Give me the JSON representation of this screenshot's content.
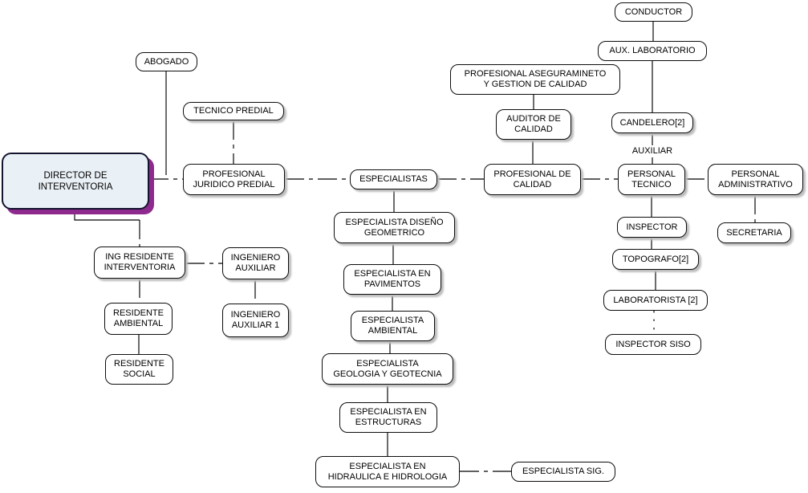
{
  "diagram": {
    "type": "org-chart",
    "colors": {
      "background": "#ffffff",
      "box_fill": "#ffffff",
      "box_border": "#0d0d0d",
      "box_shadow": "#bdbdbd",
      "highlight_fill": "#eaf1f6",
      "highlight_border": "#14142e",
      "highlight_shadow": "#8e2a8e",
      "connector": "#000000"
    },
    "nodes": {
      "conductor": {
        "label": "CONDUCTOR"
      },
      "aux_laboratorio": {
        "label": "AUX. LABORATORIO"
      },
      "prof_aseguramiento": {
        "label": "PROFESIONAL ASEGURAMINETO\nY GESTION DE CALIDAD"
      },
      "auditor_calidad": {
        "label": "AUDITOR DE\nCALIDAD"
      },
      "candelero": {
        "label": "CANDELERO[2]"
      },
      "auxiliar": {
        "label": "AUXILIAR"
      },
      "abogado": {
        "label": "ABOGADO"
      },
      "tecnico_predial": {
        "label": "TECNICO PREDIAL"
      },
      "director": {
        "label": "DIRECTOR DE\nINTERVENTORIA"
      },
      "prof_juridico": {
        "label": "PROFESIONAL\nJURIDICO PREDIAL"
      },
      "especialistas": {
        "label": "ESPECIALISTAS"
      },
      "prof_calidad": {
        "label": "PROFESIONAL DE\nCALIDAD"
      },
      "personal_tecnico": {
        "label": "PERSONAL\nTECNICO"
      },
      "personal_admin": {
        "label": "PERSONAL\nADMINISTRATIVO"
      },
      "inspector": {
        "label": "INSPECTOR"
      },
      "topografo": {
        "label": "TOPOGRAFO[2]"
      },
      "secretaria": {
        "label": "SECRETARIA"
      },
      "laboratorista": {
        "label": "LABORATORISTA [2]"
      },
      "inspector_siso": {
        "label": "INSPECTOR SISO"
      },
      "ing_residente": {
        "label": "ING RESIDENTE\nINTERVENTORIA"
      },
      "ingeniero_auxiliar": {
        "label": "INGENIERO\nAUXILIAR"
      },
      "residente_ambiental": {
        "label": "RESIDENTE\nAMBIENTAL"
      },
      "ingeniero_auxiliar_1": {
        "label": "INGENIERO\nAUXILIAR 1"
      },
      "residente_social": {
        "label": "RESIDENTE\nSOCIAL"
      },
      "esp_diseno": {
        "label": "ESPECIALISTA DISEÑO\nGEOMETRICO"
      },
      "esp_pavimentos": {
        "label": "ESPECIALISTA EN\nPAVIMENTOS"
      },
      "esp_ambiental": {
        "label": "ESPECIALISTA\nAMBIENTAL"
      },
      "esp_geologia": {
        "label": "ESPECIALISTA\nGEOLOGIA Y GEOTECNIA"
      },
      "esp_estructuras": {
        "label": "ESPECIALISTA EN\nESTRUCTURAS"
      },
      "esp_hidraulica": {
        "label": "ESPECIALISTA EN\nHIDRAULICA E HIDROLOGIA"
      },
      "esp_sig": {
        "label": "ESPECIALISTA SIG."
      }
    },
    "edges": [
      {
        "from": "conductor",
        "to": "aux_laboratorio",
        "style": "solid"
      },
      {
        "from": "aux_laboratorio",
        "to": "candelero",
        "style": "solid"
      },
      {
        "from": "candelero",
        "to": "auxiliar",
        "style": "solid"
      },
      {
        "from": "auxiliar",
        "to": "personal_tecnico",
        "style": "solid"
      },
      {
        "from": "prof_aseguramiento",
        "to": "auditor_calidad",
        "style": "solid"
      },
      {
        "from": "auditor_calidad",
        "to": "prof_calidad",
        "style": "solid"
      },
      {
        "from": "abogado",
        "to": "director",
        "style": "solid"
      },
      {
        "from": "tecnico_predial",
        "to": "prof_juridico",
        "style": "dashed"
      },
      {
        "from": "director",
        "to": "prof_juridico",
        "style": "dashed"
      },
      {
        "from": "prof_juridico",
        "to": "especialistas",
        "style": "dashed"
      },
      {
        "from": "especialistas",
        "to": "prof_calidad",
        "style": "dashed"
      },
      {
        "from": "prof_calidad",
        "to": "personal_tecnico",
        "style": "dashed"
      },
      {
        "from": "personal_tecnico",
        "to": "personal_admin",
        "style": "dashed"
      },
      {
        "from": "especialistas",
        "to": "esp_diseno",
        "style": "solid"
      },
      {
        "from": "esp_diseno",
        "to": "esp_pavimentos",
        "style": "solid"
      },
      {
        "from": "esp_pavimentos",
        "to": "esp_ambiental",
        "style": "solid"
      },
      {
        "from": "esp_ambiental",
        "to": "esp_geologia",
        "style": "solid"
      },
      {
        "from": "esp_geologia",
        "to": "esp_estructuras",
        "style": "solid"
      },
      {
        "from": "esp_estructuras",
        "to": "esp_hidraulica",
        "style": "solid"
      },
      {
        "from": "esp_hidraulica",
        "to": "esp_sig",
        "style": "dashed"
      },
      {
        "from": "personal_tecnico",
        "to": "inspector",
        "style": "solid"
      },
      {
        "from": "inspector",
        "to": "topografo",
        "style": "solid"
      },
      {
        "from": "topografo",
        "to": "laboratorista",
        "style": "solid"
      },
      {
        "from": "laboratorista",
        "to": "inspector_siso",
        "style": "dashed"
      },
      {
        "from": "personal_admin",
        "to": "secretaria",
        "style": "dashed"
      },
      {
        "from": "director",
        "to": "ing_residente",
        "style": "solid"
      },
      {
        "from": "ing_residente",
        "to": "ingeniero_auxiliar",
        "style": "dashed"
      },
      {
        "from": "ing_residente",
        "to": "residente_ambiental",
        "style": "dashed"
      },
      {
        "from": "ingeniero_auxiliar",
        "to": "ingeniero_auxiliar_1",
        "style": "dashed"
      },
      {
        "from": "residente_ambiental",
        "to": "residente_social",
        "style": "solid"
      }
    ]
  }
}
